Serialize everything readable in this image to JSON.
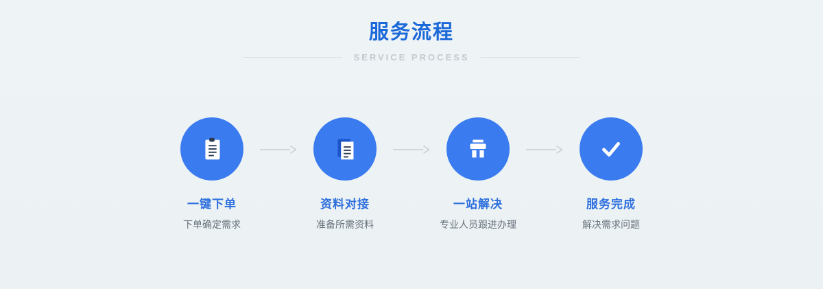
{
  "header": {
    "title": "服务流程",
    "subtitle": "SERVICE  PROCESS"
  },
  "steps": [
    {
      "icon": "clipboard-icon",
      "title": "一键下单",
      "desc": "下单确定需求"
    },
    {
      "icon": "documents-icon",
      "title": "资料对接",
      "desc": "准备所需资料"
    },
    {
      "icon": "storefront-icon",
      "title": "一站解决",
      "desc": "专业人员跟进办理"
    },
    {
      "icon": "checkmark-icon",
      "title": "服务完成",
      "desc": "解决需求问题"
    }
  ],
  "colors": {
    "background": "#eef3f5",
    "accent_circle_blue": "#3a7bf0",
    "title_blue": "#1b68d9",
    "step_title_blue": "#2e6fdd",
    "desc_grey": "#68727c",
    "subtitle_grey": "#c3cbd2",
    "arrow_grey": "#c7ced4",
    "icon_detail_navy": "#2a3b52",
    "icon_back_sheet_blue": "#1a54c8"
  }
}
